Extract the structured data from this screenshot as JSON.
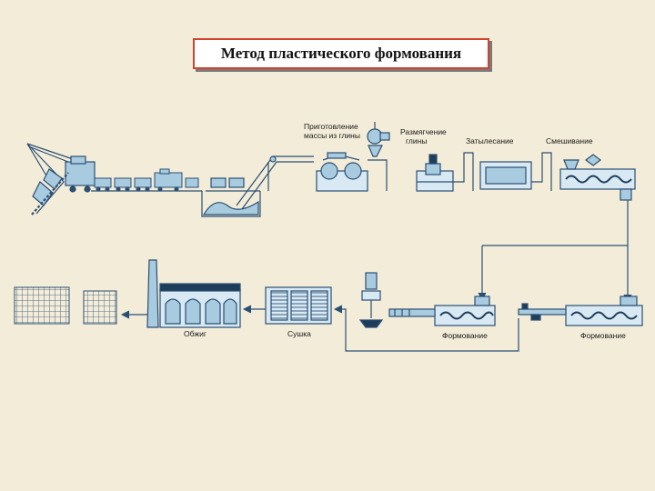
{
  "title": "Метод пластического формования",
  "labels": {
    "prep_line1": "Приготовление",
    "prep_line2": "массы из глины",
    "crush_line1": "Размягчение",
    "crush_line2": "глины",
    "grind": "Затылесание",
    "mixing": "Смешивание",
    "forming2": "Формование",
    "forming1": "Формование",
    "drying": "Сушка",
    "firing": "Обжиг"
  },
  "colors": {
    "line": "#2a4f73",
    "fill": "#a8cbdf",
    "light": "#d8e9f3",
    "dark": "#1e3d5a",
    "frame": "#d0432c"
  }
}
